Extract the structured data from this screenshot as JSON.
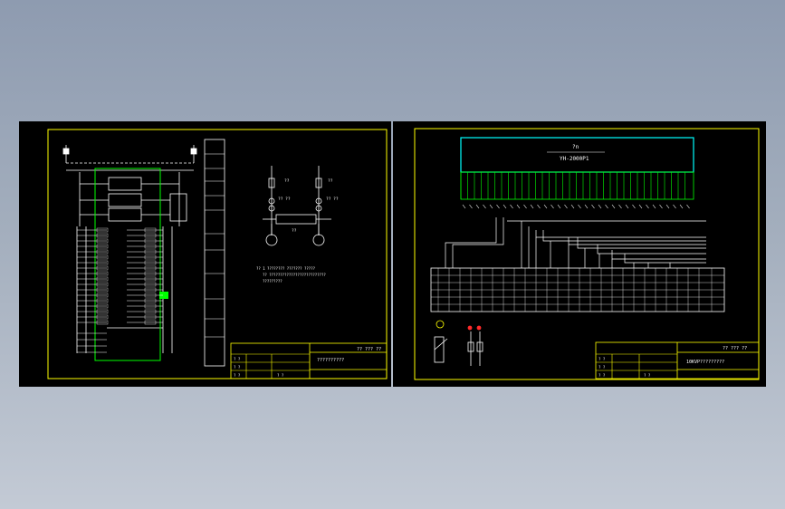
{
  "colors": {
    "background": "#000000",
    "frame": "#ffff00",
    "wire": "#ffffff",
    "highlight": "#00ff00",
    "header_box": "#00ffff",
    "accent_red": "#ff2a2a"
  },
  "sheet_left": {
    "title_block": {
      "scale_ratio": "?? ??? ??",
      "drawing_title": "??????????",
      "cell_marks": [
        "? ?",
        "? ?",
        "? ?",
        "? ?"
      ]
    },
    "circuit_labels": {
      "notes": [
        "?? 1 ???????? ??????? ?????",
        "?? ??????????????????????????",
        "?????????"
      ],
      "feeder_left": "??",
      "feeder_right": "??",
      "bus_label": "??",
      "ct_left": "?? ??",
      "ct_right": "?? ??"
    }
  },
  "sheet_right": {
    "header": {
      "line1": "?n",
      "line2": "YH-2000P1"
    },
    "title_block": {
      "scale_ratio": "?? ??? ??",
      "drawing_title": "10KVP?????????",
      "cell_marks": [
        "? ?",
        "? ?",
        "? ?",
        "? ?"
      ]
    }
  }
}
